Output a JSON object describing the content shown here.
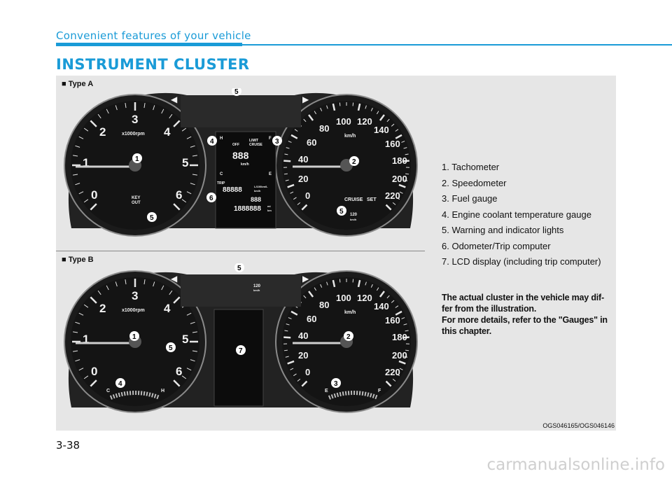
{
  "header": {
    "section": "Convenient features of your vehicle",
    "title": "INSTRUMENT CLUSTER"
  },
  "figure": {
    "type_a_label": "■ Type A",
    "type_b_label": "■ Type B",
    "credit": "OGS046165/OGS046146",
    "tach": {
      "ticks": [
        "0",
        "1",
        "2",
        "3",
        "4",
        "5",
        "6"
      ],
      "unit": "x1000rpm"
    },
    "speedo": {
      "ticks": [
        "0",
        "20",
        "40",
        "60",
        "80",
        "100",
        "120",
        "140",
        "160",
        "180",
        "200",
        "220"
      ],
      "unit": "km/h"
    },
    "cruise": {
      "cruise": "CRUISE",
      "set": "SET",
      "speed": "120",
      "speed_unit": "km/h"
    },
    "key_out": {
      "line1": "KEY",
      "line2": "OUT"
    },
    "lcd": {
      "h": "H",
      "c": "C",
      "f": "F",
      "e": "E",
      "off": "OFF",
      "limit": "LIMIT",
      "cruise": "CRUISE",
      "speed": "888",
      "speed_unit": "km/h",
      "trip": "TRIP",
      "trip_value": "88888",
      "economy_unit": "L/100km/L",
      "economy_unit2": "km/h",
      "small_value": "888",
      "odometer": "1888888",
      "odo_unit1": "mi",
      "odo_unit2": "km"
    },
    "type_b": {
      "speed": "120",
      "speed_unit": "km/h",
      "coolant_c": "C",
      "coolant_h": "H",
      "fuel_e": "E",
      "fuel_f": "F"
    },
    "callouts": {
      "tachometer": "1",
      "speedometer": "2",
      "fuel": "3",
      "coolant": "4",
      "warning": "5",
      "odometer": "6",
      "lcd": "7"
    }
  },
  "legend": [
    "1. Tachometer",
    "2. Speedometer",
    "3. Fuel gauge",
    "4. Engine coolant temperature gauge",
    "5. Warning and indicator lights",
    "6. Odometer/Trip computer",
    "7. LCD display (including trip computer)"
  ],
  "note": {
    "line1": "The actual cluster in the vehicle may dif-",
    "line2": "fer from the illustration.",
    "line3": "For more details, refer to the \"Gauges\" in",
    "line4": "this chapter."
  },
  "footer": {
    "page_number": "3-38",
    "watermark": "carmanualsonline.info"
  },
  "colors": {
    "accent": "#1a9bd7",
    "panel": "#e6e6e6",
    "cluster": "#1e1e1e",
    "callout": "#ffffff"
  }
}
